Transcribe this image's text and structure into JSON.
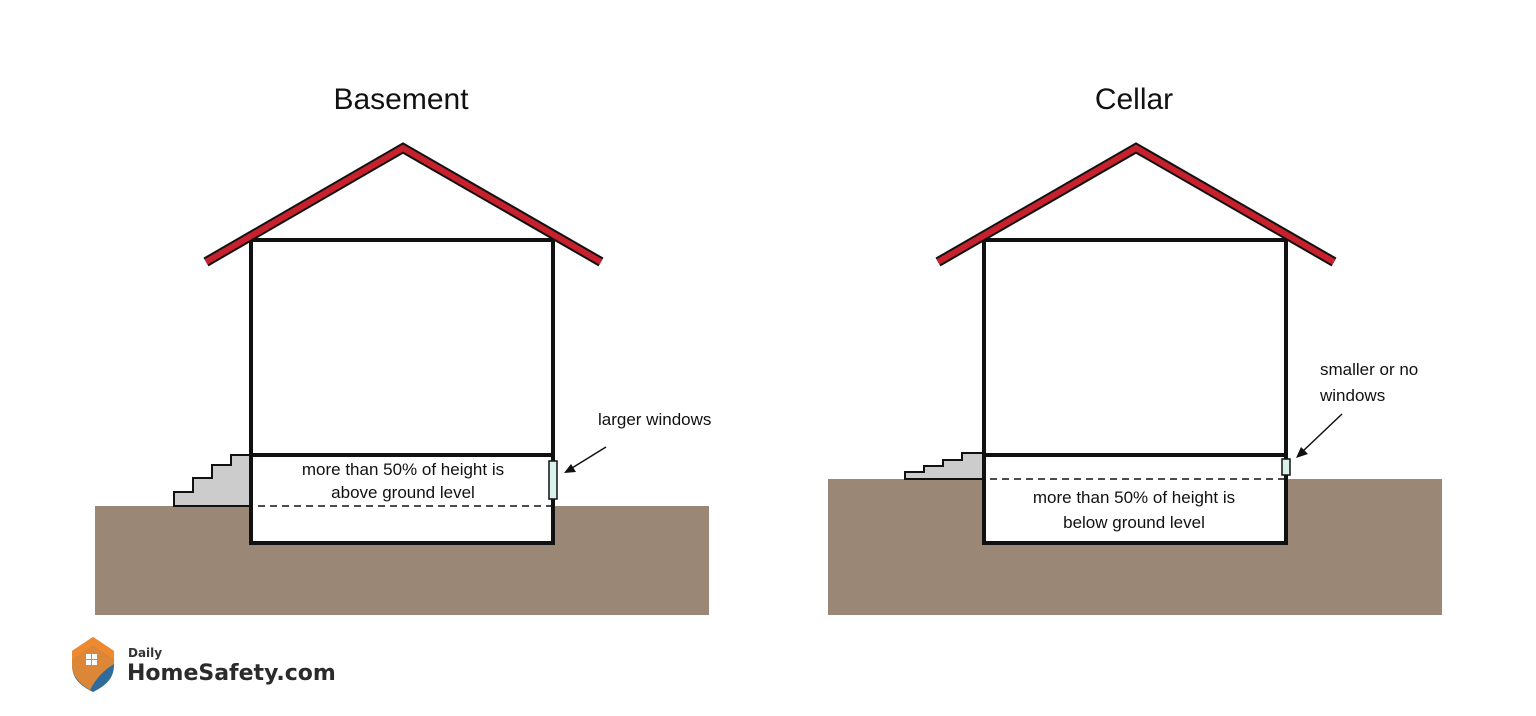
{
  "basement": {
    "title": "Basement",
    "height_line1": "more than 50% of height is",
    "height_line2": "above ground level",
    "window_line1": "larger windows"
  },
  "cellar": {
    "title": "Cellar",
    "height_line1": "more than 50% of height is",
    "height_line2": "below ground level",
    "window_line1": "smaller or no",
    "window_line2": "windows"
  },
  "logo": {
    "top": "Daily",
    "main": "HomeSafety.com"
  },
  "colors": {
    "roof": "#c8212e",
    "ground": "#9a8776",
    "steps": "#cccccc",
    "window": "#d9f2ec",
    "outline": "#111111",
    "shield_orange": "#f0892e",
    "shield_blue": "#2f6c9c"
  }
}
